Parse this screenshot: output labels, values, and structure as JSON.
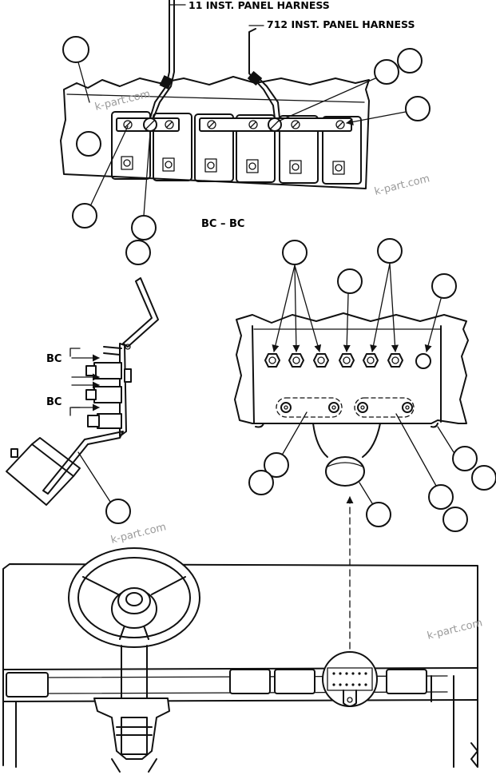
{
  "labels": {
    "harness_11": "11 INST. PANEL HARNESS",
    "harness_712": "712 INST. PANEL HARNESS",
    "section_title": "BC – BC",
    "bc_upper": "BC",
    "bc_lower": "BC"
  },
  "watermarks": [
    "k-part.com",
    "k-part.com",
    "k-part.com",
    "k-part.com"
  ]
}
